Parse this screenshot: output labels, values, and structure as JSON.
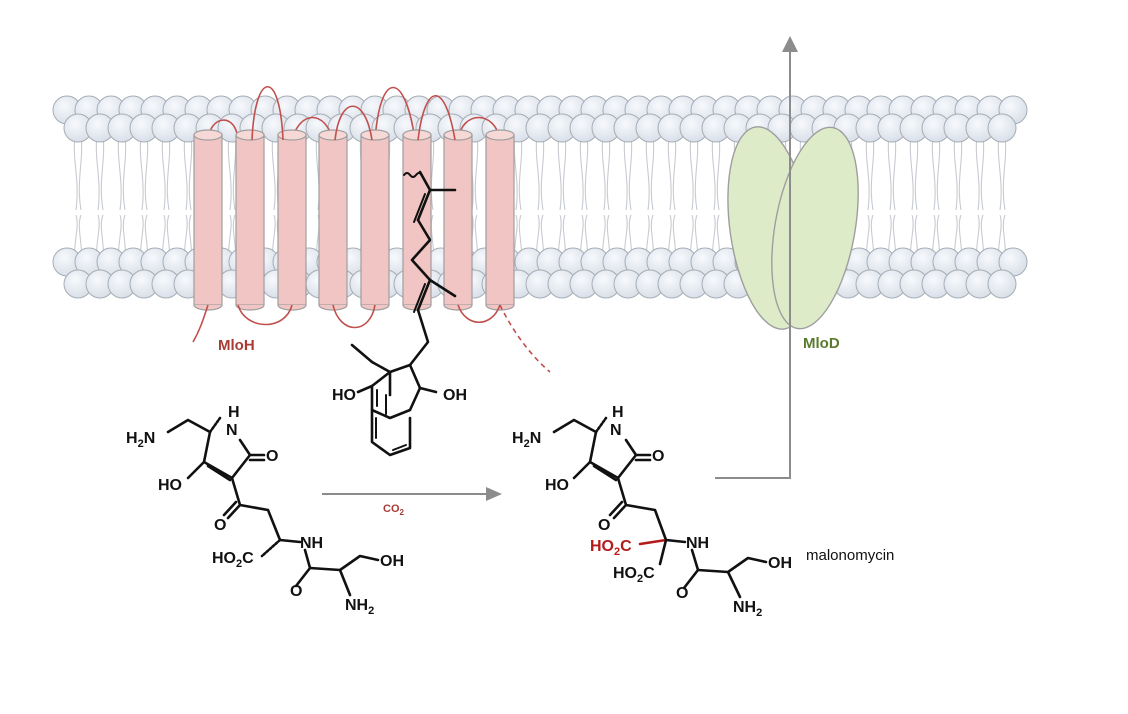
{
  "labels": {
    "mloh": "MloH",
    "mlod": "MloD",
    "co2": "CO",
    "co2_sub": "2",
    "product": "malonomycin"
  },
  "atoms": {
    "H": "H",
    "N": "N",
    "O": "O",
    "HO": "HO",
    "OH": "OH",
    "NH": "NH",
    "H2N": "H",
    "H2N_sub": "2",
    "H2N_N": "N",
    "HO2C": "HO",
    "HO2C_sub": "2",
    "HO2C_C": "C",
    "NH2": "NH",
    "NH2_sub": "2"
  },
  "colors": {
    "helix_fill": "#f0c5c3",
    "helix_stroke": "#9e9e9e",
    "helix_loop": "#c0504d",
    "mloh_label": "#a83c35",
    "mlod_fill": "#deebc9",
    "mlod_stroke": "#9e9e9e",
    "mlod_label": "#5a7a2e",
    "lipid_head": "#e2e8f0",
    "lipid_head_stroke": "#a7adb5",
    "lipid_tail": "#c7cbd1",
    "arrow_gray": "#8c8c8c",
    "co2_label": "#a83c35",
    "highlight_red": "#b31b1b"
  },
  "icons": {
    "membrane": "lipid-bilayer-icon",
    "helix": "transmembrane-helix-icon",
    "transporter": "transporter-icon",
    "arrow": "reaction-arrow-icon"
  }
}
